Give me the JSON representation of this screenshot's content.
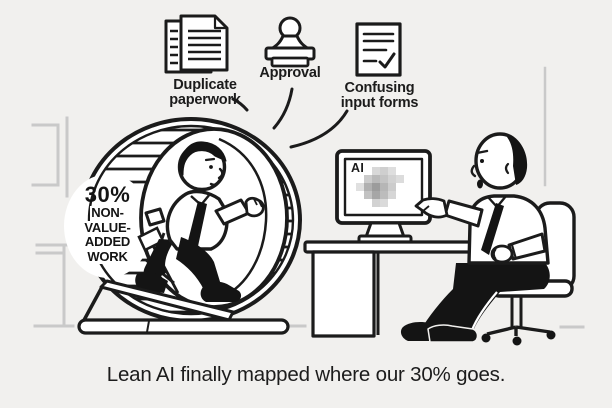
{
  "scene": {
    "caption": "Lean AI finally mapped where our 30% goes.",
    "background_color": "#f1f0ee",
    "ink_color": "#1b1b1b",
    "muted_line_color": "#c9c9c9"
  },
  "pain_points": [
    {
      "icon": "duplicate-paperwork-icon",
      "label": "Duplicate paperwork"
    },
    {
      "icon": "approval-stamp-icon",
      "label": "Approval"
    },
    {
      "icon": "confusing-input-forms-icon",
      "label": "Confusing input forms"
    }
  ],
  "wheel": {
    "percent": "30%",
    "label_lines": [
      "NON-",
      "VALUE-",
      "ADDED",
      "WORK"
    ]
  },
  "monitor": {
    "screen_label": "AI"
  }
}
